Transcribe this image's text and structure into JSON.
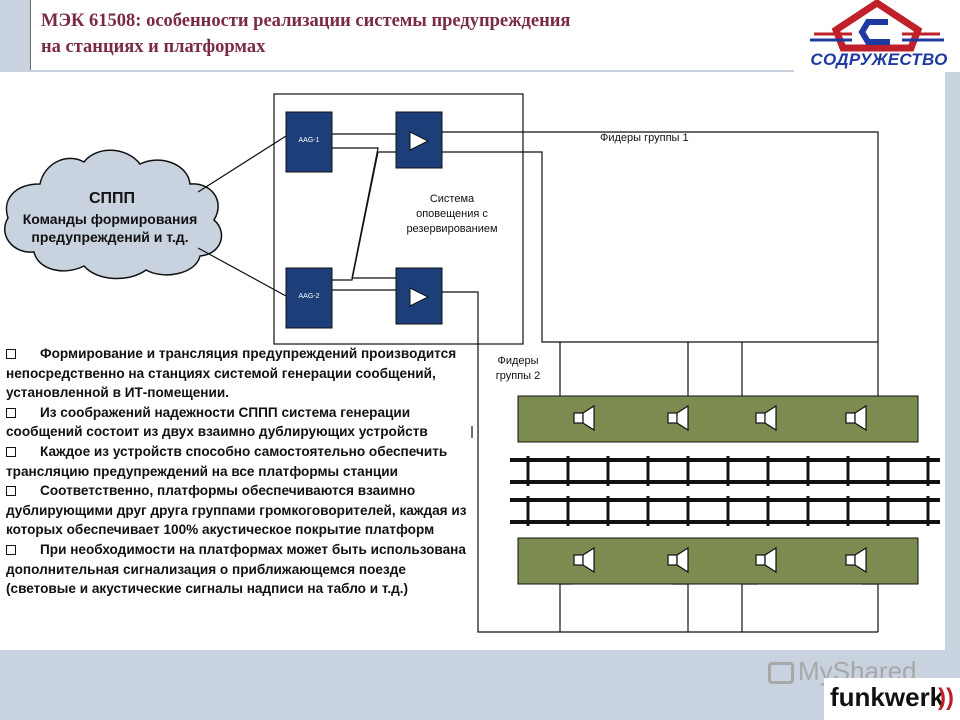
{
  "header": {
    "title_line1": "МЭК 61508: особенности реализации системы предупреждения",
    "title_line2": "на станциях и платформах",
    "logo_text": "СОДРУЖЕСТВО"
  },
  "diagram": {
    "cloud_title": "СППП",
    "cloud_line1": "Команды формирования",
    "cloud_line2": "предупреждений и т.д.",
    "device1_label": "ААG-1",
    "device2_label": "ААG-2",
    "system_line1": "Система",
    "system_line2": "оповещения с",
    "system_line3": "резервированием",
    "feeders1_label": "Фидеры группы 1",
    "feeders2_line1": "Фидеры",
    "feeders2_line2": "группы 2"
  },
  "bullets": [
    {
      "line1": "Формирование и трансляция предупреждений производится",
      "line2": "непосредственно на станциях системой генерации сообщений,",
      "line3": "установленной в ИТ-помещении."
    },
    {
      "line1": "Из соображений надежности СППП система генерации",
      "line2": "сообщений состоит из двух взаимно дублирующих устройств",
      "line3": ""
    },
    {
      "line1": "Каждое из устройств способно самостоятельно обеспечить",
      "line2": "трансляцию предупреждений на все платформы станции",
      "line3": ""
    },
    {
      "line1": "Соответственно, платформы обеспечиваются взаимно",
      "line2": "дублирующими друг друга группами громкоговорителей, каждая из",
      "line3": "которых обеспечивает 100% акустическое покрытие платформ"
    },
    {
      "line1": "При необходимости на платформах может быть использована",
      "line2": "дополнительная сигнализация о приближающемся поезде",
      "line3": "(световые и акустические сигналы надписи на табло и т.д.)"
    }
  ],
  "footer": {
    "watermark": "MyShared",
    "brand": "funkwerk",
    "brand_mark": "))"
  },
  "colors": {
    "device_blue": "#1c3f7a",
    "platform_green": "#7c8b4f",
    "title_text": "#7a2a45",
    "diagram_bg": "#ffffff"
  }
}
